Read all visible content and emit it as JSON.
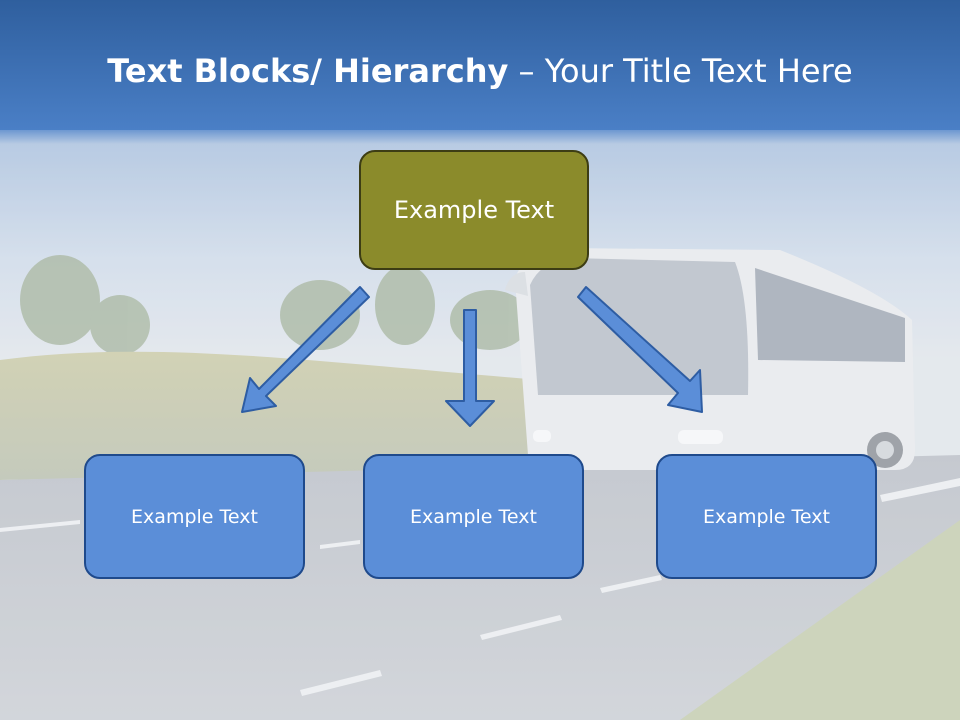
{
  "title": {
    "bold": "Text Blocks/ Hierarchy",
    "dash": " – ",
    "rest": "Your Title Text Here"
  },
  "diagram": {
    "top": "Example Text",
    "children": [
      "Example Text",
      "Example Text",
      "Example Text"
    ]
  },
  "colors": {
    "header_blue": "#3d6fb7",
    "top_box": "#8b8b2b",
    "child_box": "#5b8ed8",
    "arrow": "#5b8ed8"
  }
}
